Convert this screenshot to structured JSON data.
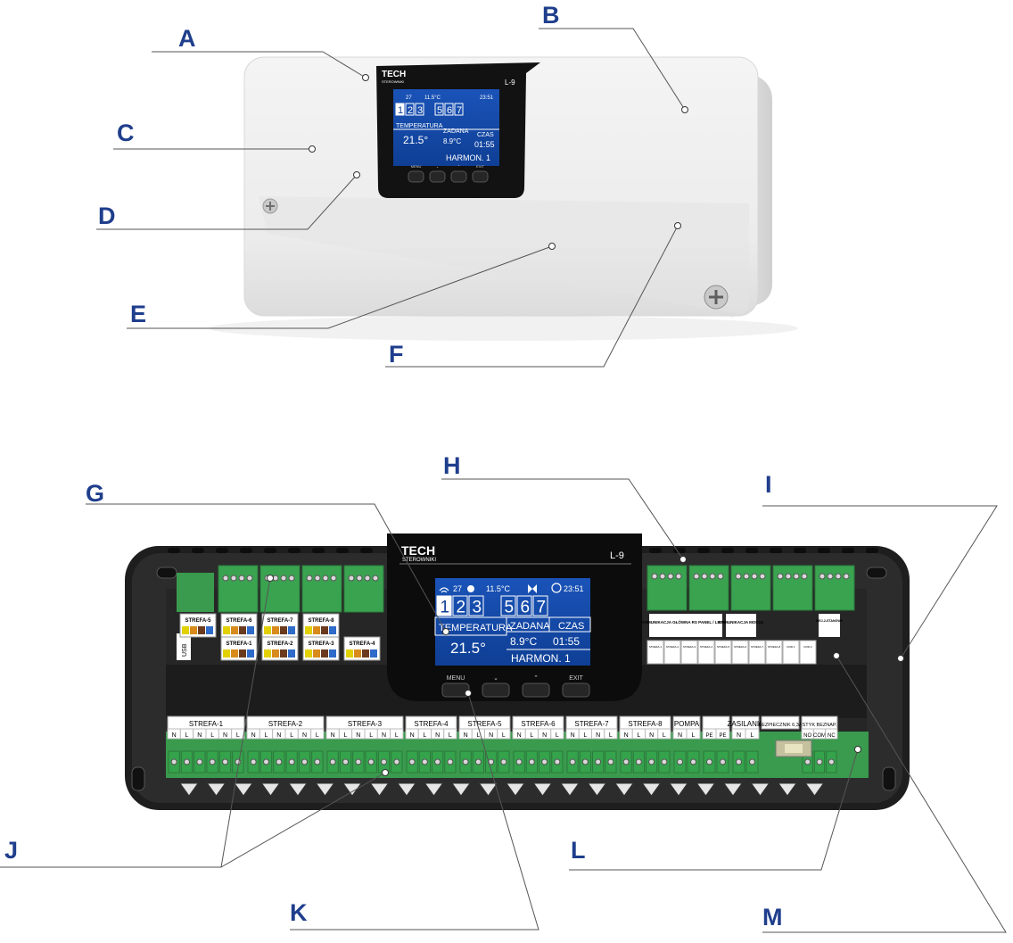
{
  "callouts": [
    "A",
    "B",
    "C",
    "D",
    "E",
    "F",
    "G",
    "H",
    "I",
    "J",
    "K",
    "L",
    "M"
  ],
  "device": {
    "brand": "TECH",
    "brand_sub": "STEROWNIKI",
    "model": "L-9",
    "screen": {
      "wifi_value": "27",
      "outdoor_temp": "11.5°C",
      "clock": "23:51",
      "zones": [
        "1",
        "2",
        "3",
        "",
        "5",
        "6",
        "7"
      ],
      "temperatura_label": "TEMPERATURA",
      "temperatura_value": "21.5°",
      "zadana_label": "ZADANA",
      "zadana_value": "8.9°C",
      "czas_label": "CZAS",
      "czas_value": "01:55",
      "harmon": "HARMON. 1"
    },
    "buttons": [
      "MENU",
      "⌄",
      "⌃",
      "EXIT"
    ]
  },
  "board": {
    "top_labels_row1": [
      "STREFA-5",
      "STREFA-6",
      "STREFA-7",
      "STREFA-8"
    ],
    "top_labels_row2": [
      "STREFA-1",
      "STREFA-2",
      "STREFA-3",
      "STREFA-4"
    ],
    "usb": "USB",
    "right_labels": [
      "KOMUNIKACJA GŁÓWNA RS PANEL / LISTWA",
      "KOMUNIKACJA MODUŁ",
      "WEJ-2-STANOWE",
      "STREFA-1",
      "STREFA-2",
      "STREFA-3",
      "STREFA-4",
      "STREFA-5",
      "STREFA-6",
      "STREFA-7",
      "STREFA-8",
      "DOD.1",
      "DOD.2"
    ],
    "bottom_groups": [
      {
        "name": "STREFA-1",
        "pins": [
          "N",
          "L",
          "N",
          "L",
          "N",
          "L"
        ]
      },
      {
        "name": "STREFA-2",
        "pins": [
          "N",
          "L",
          "N",
          "L",
          "N",
          "L"
        ]
      },
      {
        "name": "STREFA-3",
        "pins": [
          "N",
          "L",
          "N",
          "L",
          "N",
          "L"
        ]
      },
      {
        "name": "STREFA-4",
        "pins": [
          "N",
          "L",
          "N",
          "L"
        ]
      },
      {
        "name": "STREFA-5",
        "pins": [
          "N",
          "L",
          "N",
          "L"
        ]
      },
      {
        "name": "STREFA-6",
        "pins": [
          "N",
          "L",
          "N",
          "L"
        ]
      },
      {
        "name": "STREFA-7",
        "pins": [
          "N",
          "L",
          "N",
          "L"
        ]
      },
      {
        "name": "STREFA-8",
        "pins": [
          "N",
          "L",
          "N",
          "L"
        ]
      },
      {
        "name": "POMPA",
        "pins": [
          "N",
          "L"
        ]
      },
      {
        "name": "",
        "pins": [
          "PE",
          "PE"
        ]
      },
      {
        "name": "ZASILANIE",
        "pins": [
          "N",
          "L"
        ]
      },
      {
        "name": "BEZPIECZNIK 6,3A",
        "pins": []
      },
      {
        "name": "STYK BEZNAP.",
        "pins": [
          "NO",
          "COM",
          "NC"
        ]
      }
    ]
  }
}
